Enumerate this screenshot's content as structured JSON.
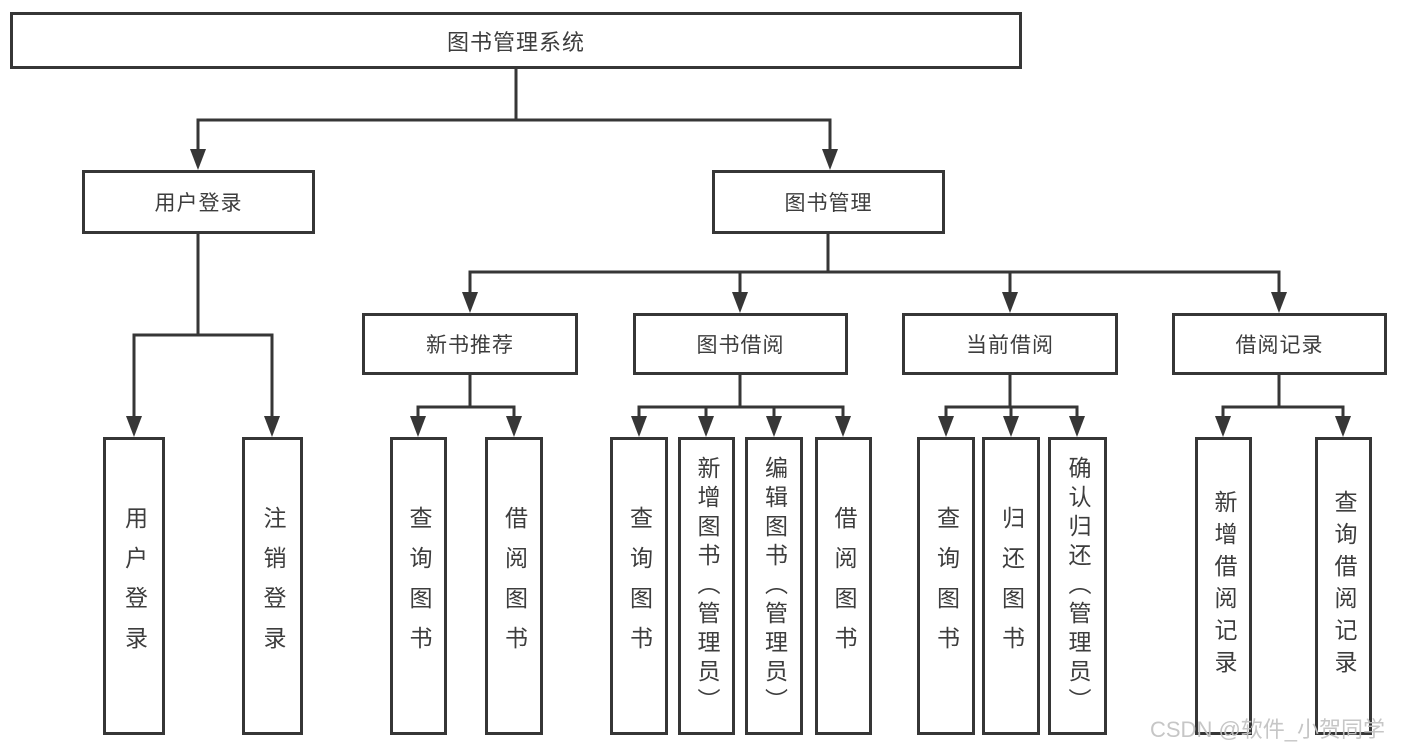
{
  "colors": {
    "line": "#363636",
    "text": "#3d3d3d",
    "background": "#ffffff",
    "watermark": "#c3c3c3"
  },
  "watermark": {
    "text": "CSDN @软件_小贺同学"
  },
  "tree": {
    "label": "图书管理系统",
    "children": [
      {
        "label": "用户登录",
        "children": [
          {
            "label": "用户登录"
          },
          {
            "label": "注销登录"
          }
        ]
      },
      {
        "label": "图书管理",
        "children": [
          {
            "label": "新书推荐",
            "children": [
              {
                "label": "查询图书"
              },
              {
                "label": "借阅图书"
              }
            ]
          },
          {
            "label": "图书借阅",
            "children": [
              {
                "label": "查询图书"
              },
              {
                "label": "新增图书（管理员）"
              },
              {
                "label": "编辑图书（管理员）"
              },
              {
                "label": "借阅图书"
              }
            ]
          },
          {
            "label": "当前借阅",
            "children": [
              {
                "label": "查询图书"
              },
              {
                "label": "归还图书"
              },
              {
                "label": "确认归还（管理员）"
              }
            ]
          },
          {
            "label": "借阅记录",
            "children": [
              {
                "label": "新增借阅记录"
              },
              {
                "label": "查询借阅记录"
              }
            ]
          }
        ]
      }
    ]
  }
}
